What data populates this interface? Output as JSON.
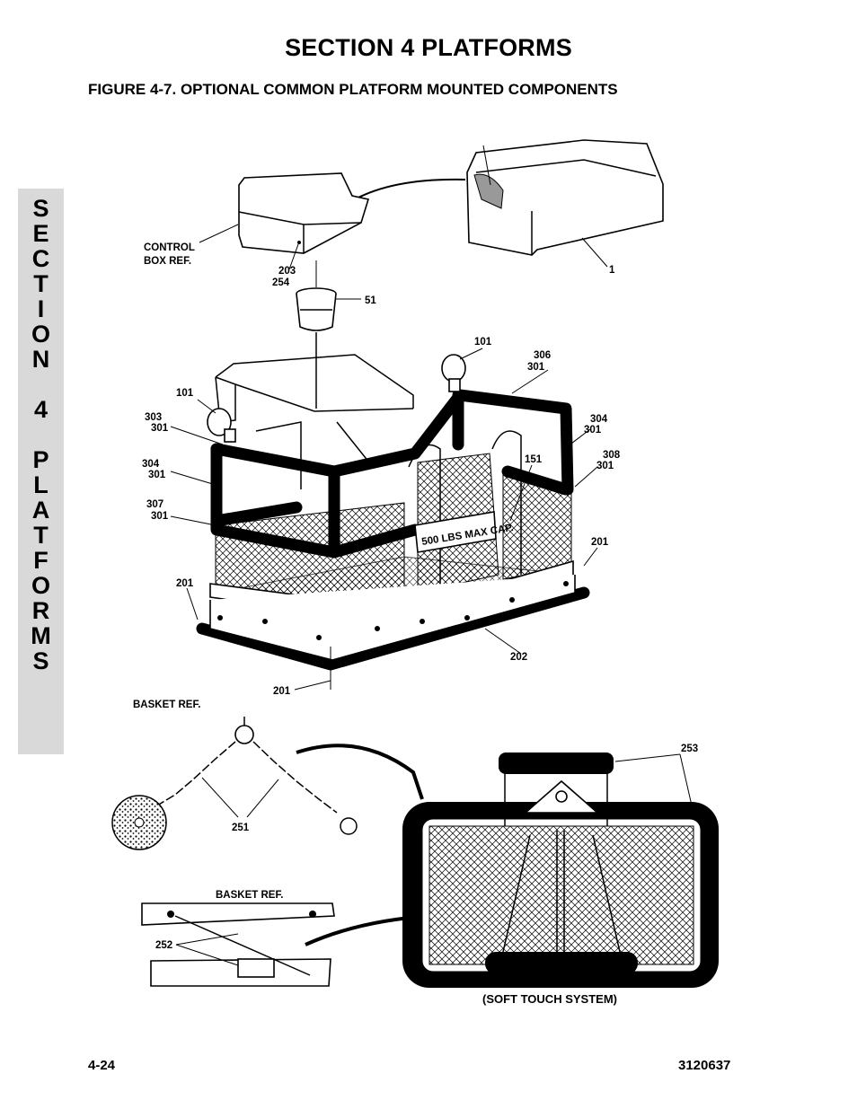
{
  "header": {
    "section_title": "SECTION 4  PLATFORMS",
    "figure_title": "FIGURE 4-7.    OPTIONAL COMMON PLATFORM MOUNTED COMPONENTS"
  },
  "side_tab": {
    "letters": [
      "S",
      "E",
      "C",
      "T",
      "I",
      "O",
      "N",
      "",
      "4",
      "",
      "P",
      "L",
      "A",
      "T",
      "F",
      "O",
      "R",
      "M",
      "S"
    ]
  },
  "callouts": {
    "control_box_ref_1": "CONTROL",
    "control_box_ref_2": "BOX REF.",
    "c203": "203",
    "c254": "254",
    "c51": "51",
    "c1": "1",
    "c101_top": "101",
    "c306": "306",
    "c301_a": "301",
    "c101_left": "101",
    "c303": "303",
    "c301_b": "301",
    "c304_left": "304",
    "c301_c": "301",
    "c307": "307",
    "c301_d": "301",
    "c304_right": "304",
    "c301_e": "301",
    "c308": "308",
    "c301_f": "301",
    "c151": "151",
    "c201_right": "201",
    "c201_left": "201",
    "c202": "202",
    "c201_bottom": "201",
    "capacity_sign": "500 LBS MAX CAP.",
    "basket_ref_top": "BASKET REF.",
    "c251": "251",
    "c253": "253",
    "basket_ref_mid": "BASKET REF.",
    "c252": "252",
    "soft_touch": "(SOFT TOUCH SYSTEM)"
  },
  "footer": {
    "page_number": "4-24",
    "doc_number": "3120637"
  }
}
